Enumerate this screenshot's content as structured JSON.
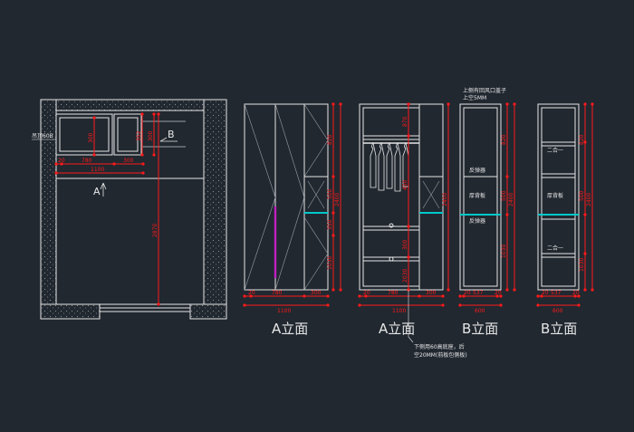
{
  "colors": {
    "background": "#212830",
    "linework": "#e6e6e6",
    "dimension": "#ff1a1a",
    "hatch": "#8a8f96",
    "cyan": "#00c8c8",
    "magenta": "#c020c0",
    "guide": "#9aa0a8"
  },
  "plan": {
    "hanging_label": "吊顶60B",
    "marker_a": "A",
    "marker_b": "B",
    "dim_segments": [
      "20",
      "780",
      "300"
    ],
    "dim_total": "1100",
    "dim_vertical_1": "300",
    "dim_vertical_2": "352",
    "dim_vertical_3": "300",
    "dim_vertical_4": "2870"
  },
  "elevation_a1": {
    "title": "A立面",
    "dims_bottom": [
      "20",
      "780",
      "300"
    ],
    "dim_total": "1100",
    "dims_right": [
      "820",
      "500",
      "350",
      "1030"
    ],
    "dim_height": "2400"
  },
  "elevation_a2": {
    "title": "A立面",
    "dims_bottom": [
      "20",
      "780",
      "300"
    ],
    "dim_total": "1100",
    "dims_right": [
      "870",
      "450",
      "300",
      "2030"
    ],
    "dim_height": "2400",
    "note_line1": "下侧用60高底座，后",
    "note_line2": "空20MM(前板包侧板)"
  },
  "elevation_b1": {
    "title": "B立面",
    "top_note_line1": "上侧有回风口盖子",
    "top_note_line2": "上空5MM",
    "label_top": "反弹器",
    "label_mid": "厚背板",
    "label_bot": "反弹器",
    "dims_bottom": [
      "20",
      "537",
      "20"
    ],
    "dim_total": "600",
    "dims_right": [
      "820",
      "500",
      "1030"
    ],
    "dim_height": "2400"
  },
  "elevation_b2": {
    "title": "B立面",
    "label_top": "二合一",
    "label_mid": "厚背板",
    "label_bot": "二合一",
    "dims_bottom": [
      "20",
      "537",
      "20"
    ],
    "dim_total": "600",
    "dims_right": [
      "820",
      "500",
      "1030"
    ],
    "dim_height": "2400"
  }
}
